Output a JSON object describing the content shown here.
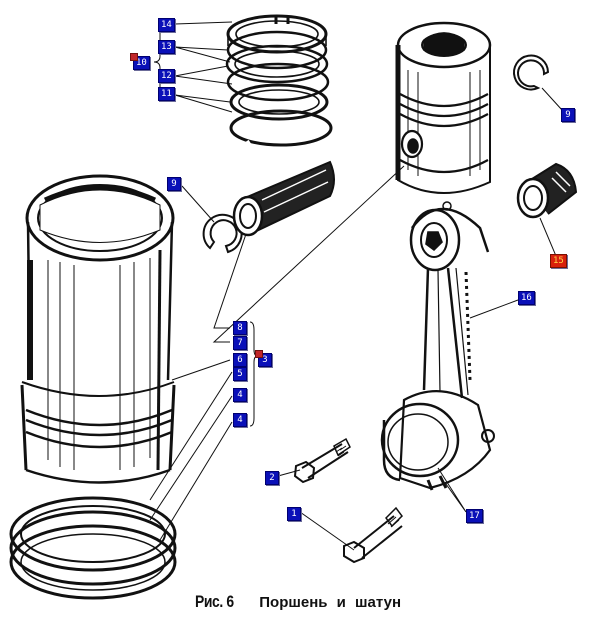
{
  "figure": {
    "number_label": "Рис. 6",
    "title": "Поршень и шатун"
  },
  "parts": [
    {
      "id": "piston",
      "name": "Поршень"
    },
    {
      "id": "cylinder-liner",
      "name": "Гильза цилиндра"
    },
    {
      "id": "piston-pin",
      "name": "Поршневой палец"
    },
    {
      "id": "connecting-rod",
      "name": "Шатун"
    },
    {
      "id": "piston-rings-set",
      "name": "Комплект поршневых колец"
    },
    {
      "id": "liner-seal-rings",
      "name": "Уплотнительные кольца гильзы"
    },
    {
      "id": "circlip-left",
      "name": "Стопорное кольцо"
    },
    {
      "id": "circlip-right",
      "name": "Стопорное кольцо"
    },
    {
      "id": "pin-bushing",
      "name": "Втулка"
    },
    {
      "id": "bolt-1",
      "name": "Болт"
    },
    {
      "id": "bolt-2",
      "name": "Болт"
    },
    {
      "id": "bearing-shells",
      "name": "Вкладыши"
    }
  ],
  "callouts": [
    {
      "label": "14",
      "variant": "blue",
      "marker": false
    },
    {
      "label": "13",
      "variant": "blue",
      "marker": false
    },
    {
      "label": "10",
      "variant": "blue",
      "marker": true
    },
    {
      "label": "12",
      "variant": "blue",
      "marker": false
    },
    {
      "label": "11",
      "variant": "blue",
      "marker": false
    },
    {
      "label": "9",
      "variant": "blue",
      "marker": false
    },
    {
      "label": "9",
      "variant": "blue",
      "marker": false
    },
    {
      "label": "15",
      "variant": "red",
      "marker": false
    },
    {
      "label": "16",
      "variant": "blue",
      "marker": false
    },
    {
      "label": "8",
      "variant": "blue",
      "marker": false
    },
    {
      "label": "7",
      "variant": "blue",
      "marker": false
    },
    {
      "label": "6",
      "variant": "blue",
      "marker": false
    },
    {
      "label": "3",
      "variant": "blue",
      "marker": true
    },
    {
      "label": "5",
      "variant": "blue",
      "marker": false
    },
    {
      "label": "4",
      "variant": "blue",
      "marker": false
    },
    {
      "label": "4",
      "variant": "blue",
      "marker": false
    },
    {
      "label": "2",
      "variant": "blue",
      "marker": false
    },
    {
      "label": "1",
      "variant": "blue",
      "marker": false
    },
    {
      "label": "17",
      "variant": "blue",
      "marker": false
    }
  ],
  "colors": {
    "callout_blue": "#0a10b8",
    "callout_red": "#d8200c",
    "marker_red": "#c0262a",
    "ink": "#111111"
  }
}
